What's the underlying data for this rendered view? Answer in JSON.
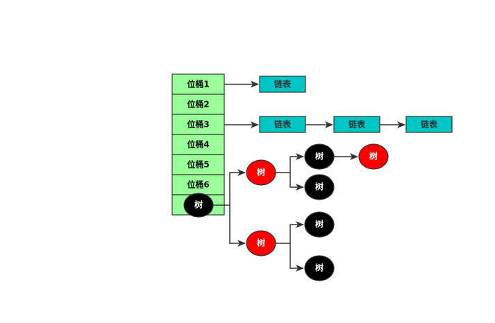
{
  "buckets": [
    {
      "label": "位桶1"
    },
    {
      "label": "位桶2"
    },
    {
      "label": "位桶3"
    },
    {
      "label": "位桶4"
    },
    {
      "label": "位桶5"
    },
    {
      "label": "位桶6"
    },
    {
      "label": ""
    }
  ],
  "list_nodes": [
    {
      "label": "链表"
    },
    {
      "label": "链表"
    },
    {
      "label": "链表"
    },
    {
      "label": "链表"
    }
  ],
  "tree_nodes": [
    {
      "label": "树",
      "color": "black"
    },
    {
      "label": "树",
      "color": "red"
    },
    {
      "label": "树",
      "color": "red"
    },
    {
      "label": "树",
      "color": "black"
    },
    {
      "label": "树",
      "color": "red"
    },
    {
      "label": "树",
      "color": "black"
    },
    {
      "label": "树",
      "color": "black"
    },
    {
      "label": "树",
      "color": "black"
    }
  ],
  "colors": {
    "bucket_fill": "#99ff99",
    "list_fill": "#00c5c5",
    "tree_red": "#ff0000",
    "tree_black": "#000000",
    "stroke": "#333333"
  }
}
